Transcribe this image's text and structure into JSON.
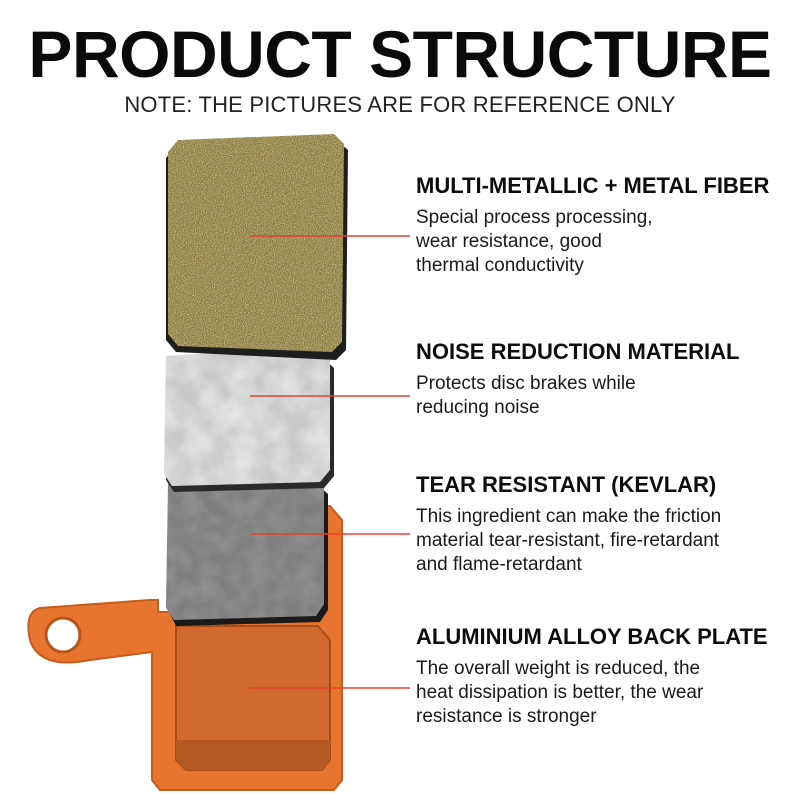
{
  "title": "PRODUCT STRUCTURE",
  "note": "NOTE: THE PICTURES ARE FOR REFERENCE ONLY",
  "layers": [
    {
      "title": "MULTI-METALLIC + METAL FIBER",
      "desc": [
        "Special process processing,",
        "wear resistance, good",
        "thermal conductivity"
      ]
    },
    {
      "title": "NOISE REDUCTION MATERIAL",
      "desc": [
        "Protects disc brakes while",
        "reducing noise"
      ]
    },
    {
      "title": "TEAR RESISTANT (KEVLAR)",
      "desc": [
        "This ingredient can make the friction",
        "material tear-resistant, fire-retardant",
        "and flame-retardant"
      ]
    },
    {
      "title": "ALUMINIUM ALLOY BACK PLATE",
      "desc": [
        "The overall weight is reduced, the",
        "heat dissipation is better, the wear",
        "resistance is stronger"
      ]
    }
  ],
  "colors": {
    "leader_line": "#e8402c",
    "back_plate": "#e8752f",
    "friction_bronze": "#8a7a3e",
    "noise_layer": "#c9c9c9",
    "kevlar_layer": "#7e7e7e"
  }
}
